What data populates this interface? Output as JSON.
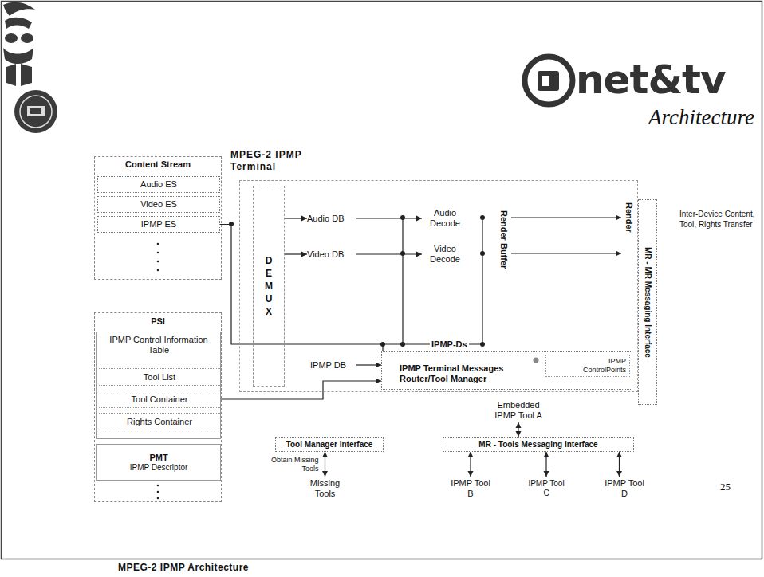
{
  "diagram": {
    "title": "Architecture",
    "caption": "MPEG-2 IPMP Architecture",
    "nodes": [
      {
        "text": [
          "Content Stream"
        ]
      },
      {
        "text": [
          "Audio ES"
        ],
        "in": 0
      },
      {
        "text": [
          "Video ES"
        ],
        "in": 0
      },
      {
        "text": [
          "IPMP ES"
        ],
        "in": 0
      },
      {
        "text": [
          "PSI"
        ]
      },
      {
        "text": [
          "IPMP Control Information Table"
        ],
        "in": 4
      },
      {
        "text": [
          "Tool List"
        ],
        "in": 5
      },
      {
        "text": [
          "Tool Container"
        ],
        "in": 5
      },
      {
        "text": [
          "Rights Container"
        ],
        "in": 5
      },
      {
        "text": [
          "PMT",
          "IPMP Descriptor"
        ],
        "in": 4
      },
      {
        "text": [
          "MPEG-2 IPMP Terminal"
        ]
      },
      {
        "text": [
          "DEMUX"
        ],
        "in": 10
      },
      {
        "text": [
          "Audio DB"
        ],
        "in": 10
      },
      {
        "text": [
          "Video DB"
        ],
        "in": 10
      },
      {
        "text": [
          "Audio Decode"
        ],
        "in": 10
      },
      {
        "text": [
          "Video Decode"
        ],
        "in": 10
      },
      {
        "text": [
          "Render Buffer"
        ],
        "in": 10
      },
      {
        "text": [
          "Render"
        ],
        "in": 10
      },
      {
        "text": [
          "IPMP-Ds",
          "IPMP Terminal Messages Router/Tool Manager"
        ],
        "in": 10
      },
      {
        "text": [
          "IPMP ControlPoints"
        ],
        "in": 18
      },
      {
        "text": [
          "IPMP DB"
        ],
        "in": 10
      },
      {
        "text": [
          "MR - MR Messaging Interface"
        ]
      },
      {
        "text": [
          "Tool Manager interface"
        ]
      },
      {
        "text": [
          "MR - Tools Messaging Interface"
        ]
      },
      {
        "text": [
          "Embedded IPMP Tool A"
        ]
      },
      {
        "text": [
          "Missing Tools"
        ]
      },
      {
        "text": [
          "IPMP Tool B"
        ]
      },
      {
        "text": [
          "IPMP Tool C"
        ]
      },
      {
        "text": [
          "IPMP Tool D"
        ]
      }
    ],
    "edges": [
      {
        "from": 11,
        "to": 12,
        "arrow": "to"
      },
      {
        "from": 11,
        "to": 13,
        "arrow": "to"
      },
      {
        "from": 12,
        "to": 14,
        "arrow": "to"
      },
      {
        "from": 13,
        "to": 15,
        "arrow": "to"
      },
      {
        "from": 16,
        "to": 17,
        "arrow": "to"
      },
      {
        "from": 16,
        "to": 17,
        "arrow": "to"
      },
      {
        "from": 3,
        "to": 18,
        "arrow": "none"
      },
      {
        "from": 7,
        "to": 18,
        "arrow": "to"
      },
      {
        "from": 20,
        "to": 18,
        "arrow": "to"
      },
      {
        "from": 24,
        "to": 23,
        "arrow": "both"
      },
      {
        "from": 22,
        "to": 25,
        "arrow": "both",
        "label": "Obtain Missing Tools"
      },
      {
        "from": 23,
        "to": 26,
        "arrow": "both"
      },
      {
        "from": 23,
        "to": 27,
        "arrow": "both"
      },
      {
        "from": 23,
        "to": 28,
        "arrow": "both"
      }
    ],
    "labels": [
      "net&tv",
      "Inter-Device Content, Tool, Rights Transfer",
      "25"
    ]
  }
}
